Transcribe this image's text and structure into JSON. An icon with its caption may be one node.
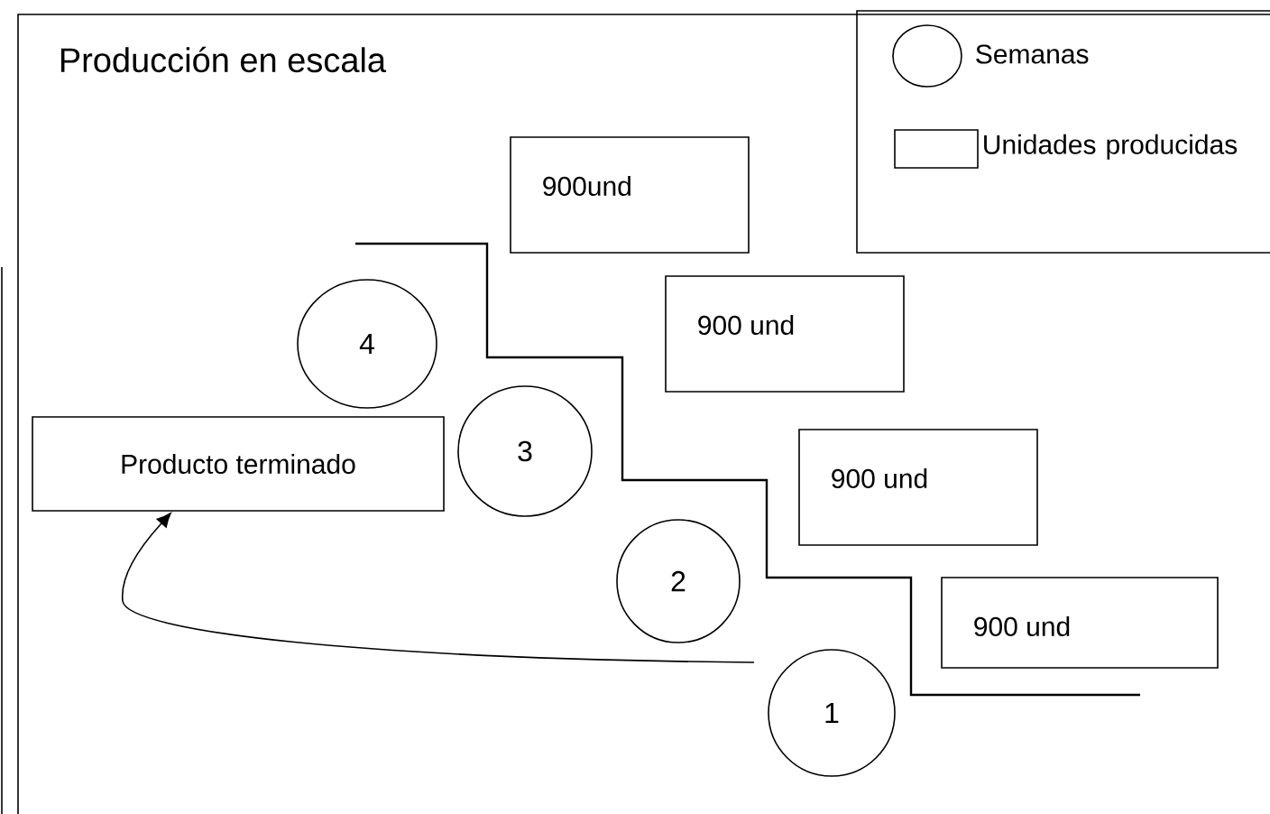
{
  "diagram": {
    "title": "Producción en escala",
    "nodes": [
      {
        "text": [
          "900und"
        ]
      },
      {
        "text": [
          "900 und"
        ]
      },
      {
        "text": [
          "4"
        ]
      },
      {
        "text": [
          "Producto terminado"
        ]
      },
      {
        "text": [
          "3"
        ]
      },
      {
        "text": [
          "900 und"
        ]
      },
      {
        "text": [
          "2"
        ]
      },
      {
        "text": [
          "900 und"
        ]
      },
      {
        "text": [
          "1"
        ]
      }
    ],
    "edges": [
      {
        "from": null,
        "to": 3,
        "arrow": "to"
      }
    ],
    "legend": [
      {
        "text": "Semanas"
      },
      {
        "text": "Unidades producidas"
      }
    ]
  }
}
